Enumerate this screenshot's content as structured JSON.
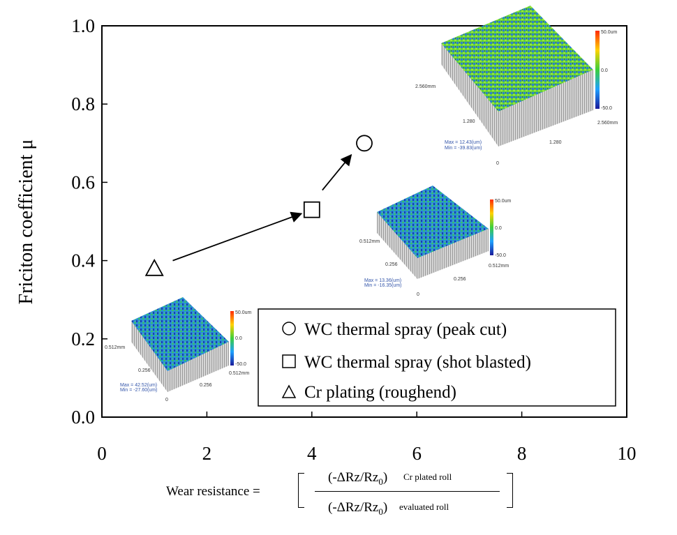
{
  "chart_data": {
    "type": "scatter",
    "title": "",
    "ylabel": "Friciton coefficient  μ",
    "xlim": [
      0,
      10
    ],
    "ylim": [
      0,
      1.0
    ],
    "xticks": [
      "0",
      "2",
      "4",
      "6",
      "8",
      "10"
    ],
    "yticks": [
      "0.0",
      "0.2",
      "0.4",
      "0.6",
      "0.8",
      "1.0"
    ],
    "grid": false,
    "legend_position": "bottom-right",
    "series": [
      {
        "name": "WC thermal spray (peak cut)",
        "marker": "circle",
        "x": [
          5.0
        ],
        "y": [
          0.7
        ]
      },
      {
        "name": "WC thermal spray (shot blasted)",
        "marker": "square",
        "x": [
          4.0
        ],
        "y": [
          0.53
        ]
      },
      {
        "name": "Cr plating (roughend)",
        "marker": "triangle",
        "x": [
          1.0
        ],
        "y": [
          0.38
        ]
      }
    ],
    "arrows": [
      {
        "from": [
          1.35,
          0.4
        ],
        "to": [
          3.8,
          0.52
        ]
      },
      {
        "from": [
          4.2,
          0.58
        ],
        "to": [
          4.75,
          0.67
        ]
      }
    ]
  },
  "surfaces": {
    "large": {
      "scale_top": "50.0um",
      "scale_mid": "0.0",
      "scale_bottom": "-50.0",
      "axis_left": "2.560mm",
      "axis_left_mid": "1.280",
      "axis_right": "2.560mm",
      "axis_right_mid": "1.280",
      "origin": "0",
      "max": "Max =  12.43(um)",
      "min": "Min = -39.83(um)"
    },
    "medium": {
      "scale_top": "50.0um",
      "scale_mid": "0.0",
      "scale_bottom": "-50.0",
      "axis_left": "0.512mm",
      "axis_left_mid": "0.256",
      "axis_right": "0.512mm",
      "axis_right_mid": "0.256",
      "origin": "0",
      "max": "Max =  13.36(um)",
      "min": "Min = -16.35(um)"
    },
    "small": {
      "scale_top": "50.0um",
      "scale_mid": "0.0",
      "scale_bottom": "-50.0",
      "axis_left": "0.512mm",
      "axis_left_mid": "0.256",
      "axis_right": "0.512mm",
      "axis_right_mid": "0.256",
      "origin": "0",
      "max": "Max =  42.52(um)",
      "min": "Min = -27.60(um)"
    }
  },
  "formula": {
    "lhs": "Wear resistance  =",
    "numerator": "(-ΔRz/Rz",
    "numerator_sub": "0",
    "numerator_close": ")",
    "numerator_label": "Cr plated roll",
    "denominator": "(-ΔRz/Rz",
    "denominator_sub": "0",
    "denominator_close": ")",
    "denominator_label": "evaluated roll"
  }
}
